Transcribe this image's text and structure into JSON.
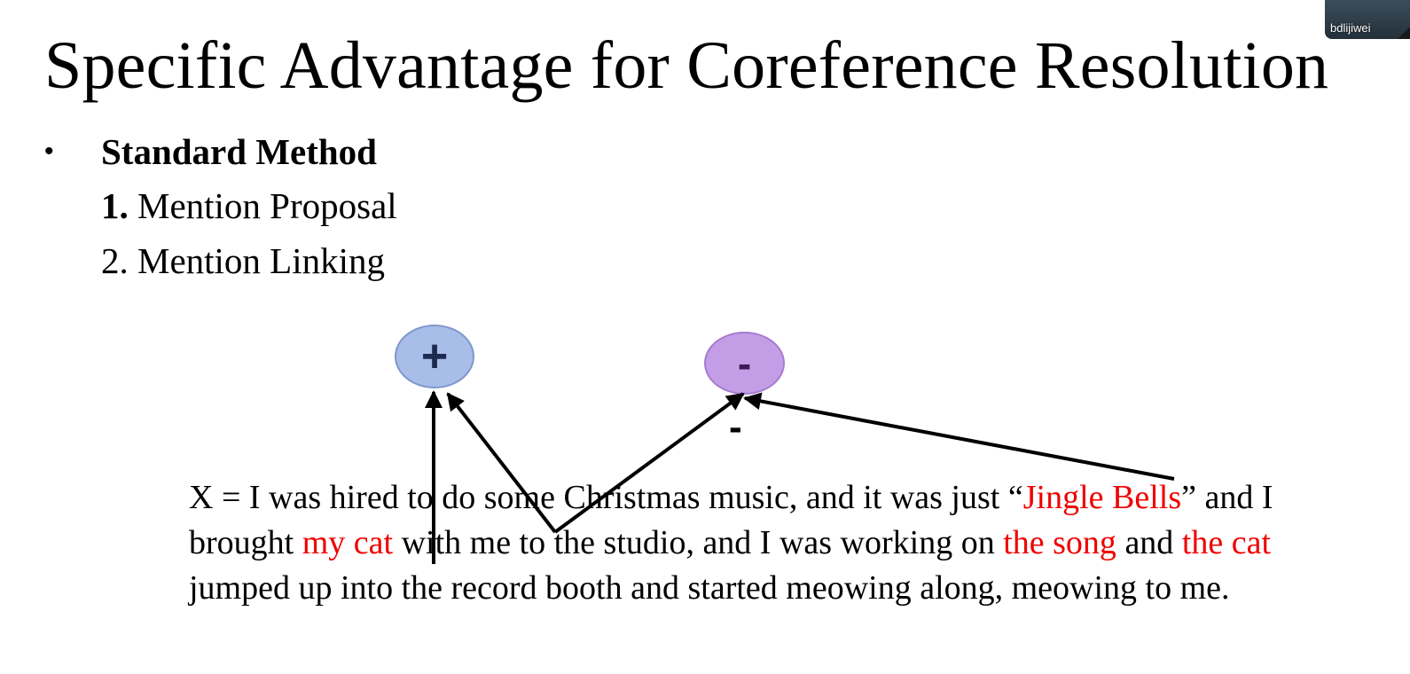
{
  "slide": {
    "title": "Specific Advantage for Coreference Resolution",
    "bullet": {
      "dot": "•",
      "label": "Standard Method"
    },
    "steps": [
      {
        "num": "1.",
        "text": "Mention Proposal"
      },
      {
        "num": "2.",
        "text": "Mention Linking"
      }
    ],
    "diagram": {
      "plus_label": "+",
      "minus_label": "-",
      "floating_minus": "-",
      "plus_color": "#a8bde8",
      "minus_color": "#c39ee6"
    },
    "passage": {
      "t1": "X = I was hired to do some Christmas music, and it was just “",
      "m1": "Jingle Bells",
      "t2": "” and I brought ",
      "m2": "my cat",
      "t3": " with me to the studio, and I was working on ",
      "m3": "the song",
      "t4": " and ",
      "m4": "the cat",
      "t5": " jumped up into the record booth and started meowing along, meowing to me.",
      "mention_color": "#f00000"
    }
  },
  "video_overlay": {
    "participant_name": "bdlijiwei"
  }
}
